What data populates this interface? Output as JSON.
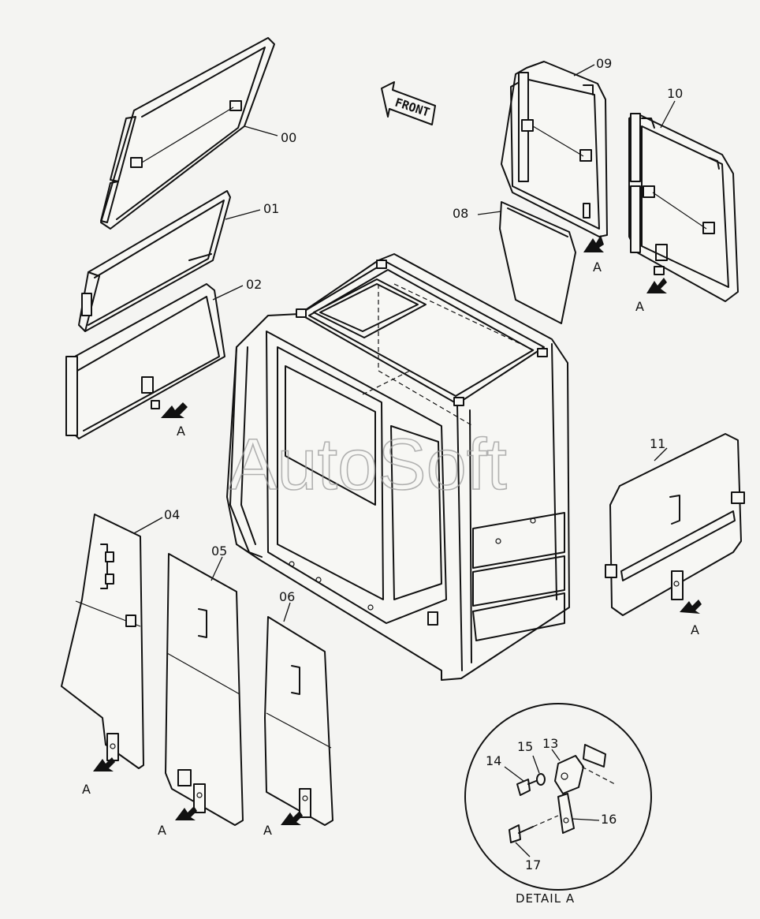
{
  "watermark": "AutoSoft",
  "front_label": "FRONT",
  "detail_title": "DETAIL A",
  "arrow_label": "A",
  "parts": {
    "p00": "00",
    "p01": "01",
    "p02": "02",
    "p04": "04",
    "p05": "05",
    "p06": "06",
    "p08": "08",
    "p09": "09",
    "p10": "10",
    "p11": "11",
    "p13": "13",
    "p14": "14",
    "p15": "15",
    "p16": "16",
    "p17": "17"
  }
}
